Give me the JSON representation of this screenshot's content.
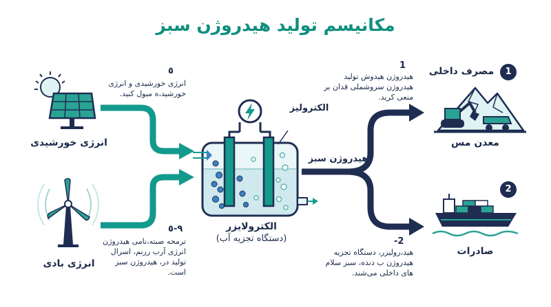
{
  "title": "مکانیسم تولید هیدروژن سبز",
  "sources": {
    "solar_label": "انرژی خورشیدی",
    "wind_label": "انرژی بادی",
    "solar_note_num": "٥",
    "solar_note": "انرژی خورشیدی و انرژی خورشید،ه مبول کنید.",
    "wind_note_num": "٩-٥",
    "wind_note": "ترمخه صبته،نامی هیدروژن انرژی آرب ررنم، اسرال تولید در، هیدروژن سبز است."
  },
  "electrolyzer": {
    "top_label": "الکترولیز",
    "name": "الکترولایزر",
    "subname": "(دستگاه تجزیه آب)"
  },
  "output": {
    "label": "هیدروژن سبز",
    "note1_num": "1",
    "note1": "هیدروژن هیدوش تولید هیدروژن سروشملی قدان بر منعی کرید.",
    "note2_num": "-2",
    "note2": "هید،رولیزر، دستگاه تجزیه هیدروژن ب دنده، سبز سلام های داخلی می‌شند."
  },
  "destinations": {
    "domestic_num": "1",
    "domestic_label": "مصرف داخلی",
    "mine_label": "معدن مس",
    "export_num": "2",
    "export_label": "صادرات"
  },
  "colors": {
    "teal": "#139a8c",
    "navy": "#1f2d52",
    "water": "#cfe9ee",
    "bubble": "#3b82c4"
  }
}
